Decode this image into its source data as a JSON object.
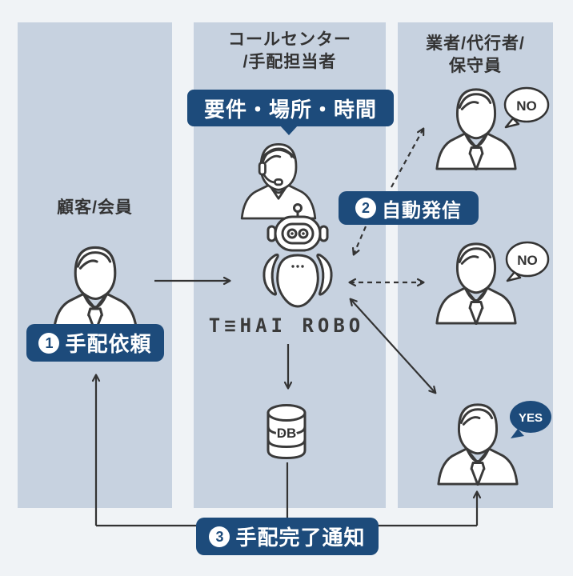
{
  "colors": {
    "page_bg": "#f0f3f6",
    "panel_bg": "#c7d2e0",
    "badge_navy": "#1d4b7b",
    "line_ink": "#333333"
  },
  "columns": {
    "customer": {
      "title": "顧客/会員"
    },
    "call_center": {
      "title_line1": "コールセンター",
      "title_line2": "/手配担当者"
    },
    "vendors": {
      "title_line1": "業者/代行者/",
      "title_line2": "保守員"
    }
  },
  "badges": {
    "requirements": {
      "label": "要件・場所・時間"
    },
    "step1": {
      "number": "1",
      "label": "手配依頼"
    },
    "step2": {
      "number": "2",
      "label": "自動発信"
    },
    "step3": {
      "number": "3",
      "label": "手配完了通知"
    }
  },
  "robot": {
    "logo": "T≡HAI ROBO"
  },
  "database": {
    "label": "DB"
  },
  "speech": {
    "vendor1": "NO",
    "vendor2": "NO",
    "vendor3": "YES"
  },
  "icons": {
    "customer": "business-person",
    "operator": "headset-operator",
    "robot": "tehai-robot",
    "database": "db-cylinder",
    "vendors": "business-person"
  }
}
